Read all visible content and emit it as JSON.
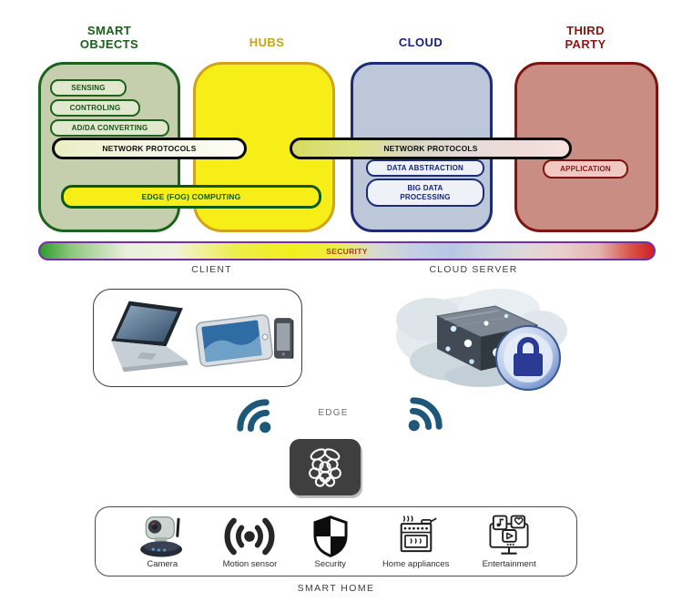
{
  "palette": {
    "smart_objects_green": "#1a5e1a",
    "smart_objects_fill": "#c6cfad",
    "hubs_yellow_fill": "#f8ee17",
    "hubs_border_gold": "#d0a318",
    "hubs_header_gold": "#c8a317",
    "cloud_navy": "#1c2d74",
    "cloud_fill": "#bcc8da",
    "third_party_dark_red": "#7e1410",
    "third_party_fill": "#ca8d83",
    "security_border_purple": "#7430a0",
    "wifi_blue": "#1d5878"
  },
  "diagram": {
    "headers": [
      {
        "id": "smart-objects",
        "label": "SMART\nOBJECTS"
      },
      {
        "id": "hubs",
        "label": "HUBS"
      },
      {
        "id": "cloud",
        "label": "CLOUD"
      },
      {
        "id": "third-party",
        "label": "THIRD\nPARTY"
      }
    ],
    "smart_objects_pills": [
      "SENSING",
      "CONTROLING",
      "AD/DA CONVERTING"
    ],
    "network_protocols_left": "NETWORK PROTOCOLS",
    "network_protocols_right": "NETWORK PROTOCOLS",
    "edge_fog_computing": "EDGE (FOG) COMPUTING",
    "cloud_pills": [
      "DATA ABSTRACTION",
      "BIG DATA\nPROCESSING"
    ],
    "third_party_pill": "APPLICATION",
    "security_label": "SECURITY"
  },
  "middle": {
    "client_label": "CLIENT",
    "cloud_server_label": "CLOUD SERVER"
  },
  "edge_section": {
    "label": "EDGE"
  },
  "smart_home": {
    "caption": "SMART HOME",
    "items": [
      {
        "icon": "camera-icon",
        "label": "Camera"
      },
      {
        "icon": "motion-sensor-icon",
        "label": "Motion sensor"
      },
      {
        "icon": "security-shield-icon",
        "label": "Security"
      },
      {
        "icon": "home-appliances-icon",
        "label": "Home appliances"
      },
      {
        "icon": "entertainment-icon",
        "label": "Entertainment"
      }
    ]
  }
}
